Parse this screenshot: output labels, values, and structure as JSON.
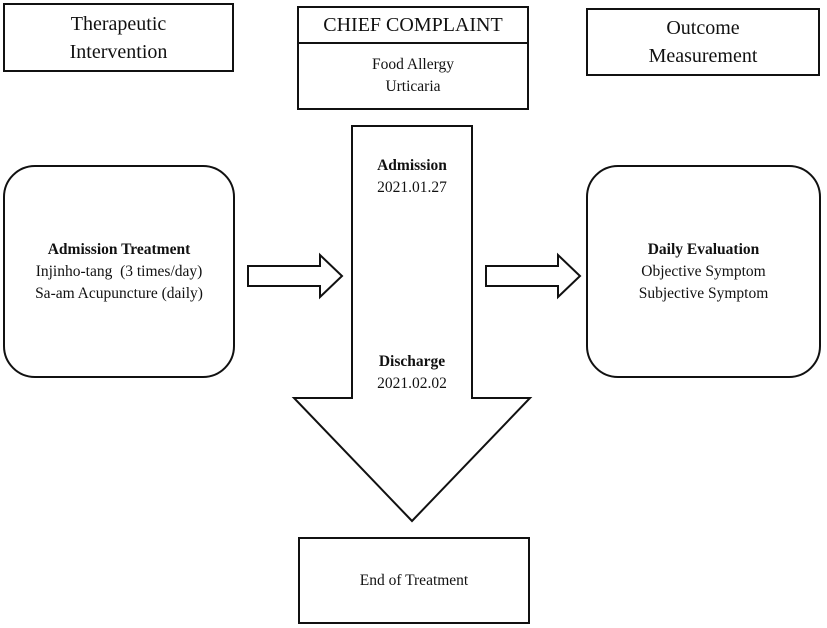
{
  "header_left": {
    "line1": "Therapeutic",
    "line2": "Intervention"
  },
  "header_right": {
    "line1": "Outcome",
    "line2": "Measurement"
  },
  "chief_complaint": {
    "title": "CHIEF COMPLAINT",
    "items": [
      "Food Allergy",
      "Urticaria"
    ]
  },
  "intervention": {
    "title": "Admission Treatment",
    "lines": [
      "Injinho-tang  (3 times/day)",
      "Sa-am Acupuncture (daily)"
    ]
  },
  "evaluation": {
    "title": "Daily Evaluation",
    "lines": [
      "Objective Symptom",
      "Subjective Symptom"
    ]
  },
  "admission": {
    "label": "Admission",
    "date": "2021.01.27"
  },
  "discharge": {
    "label": "Discharge",
    "date": "2021.02.02"
  },
  "end": {
    "label": "End of Treatment"
  }
}
